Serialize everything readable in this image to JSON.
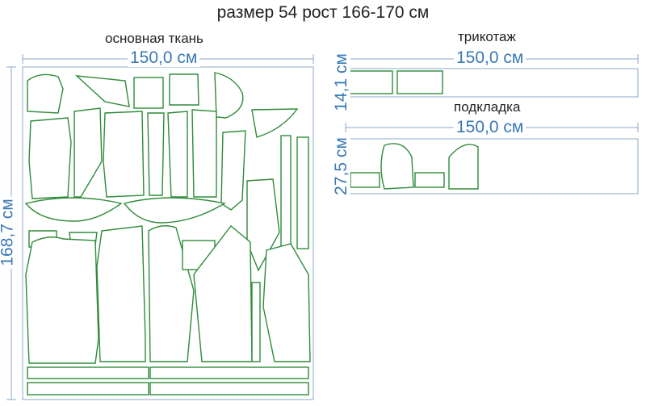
{
  "title": "размер 54 рост 166-170 см",
  "main_fabric": {
    "label": "основная ткань",
    "width": "150,0 см",
    "length": "168,7 см"
  },
  "knit": {
    "label": "трикотаж",
    "width": "150,0 см",
    "length": "14,1 см"
  },
  "lining": {
    "label": "подкладка",
    "width": "150,0 см",
    "length": "27,5 см"
  },
  "colors": {
    "dimension": "#3a78b5",
    "pattern_line": "#2e8b3a",
    "border": "#8aa9c9"
  }
}
